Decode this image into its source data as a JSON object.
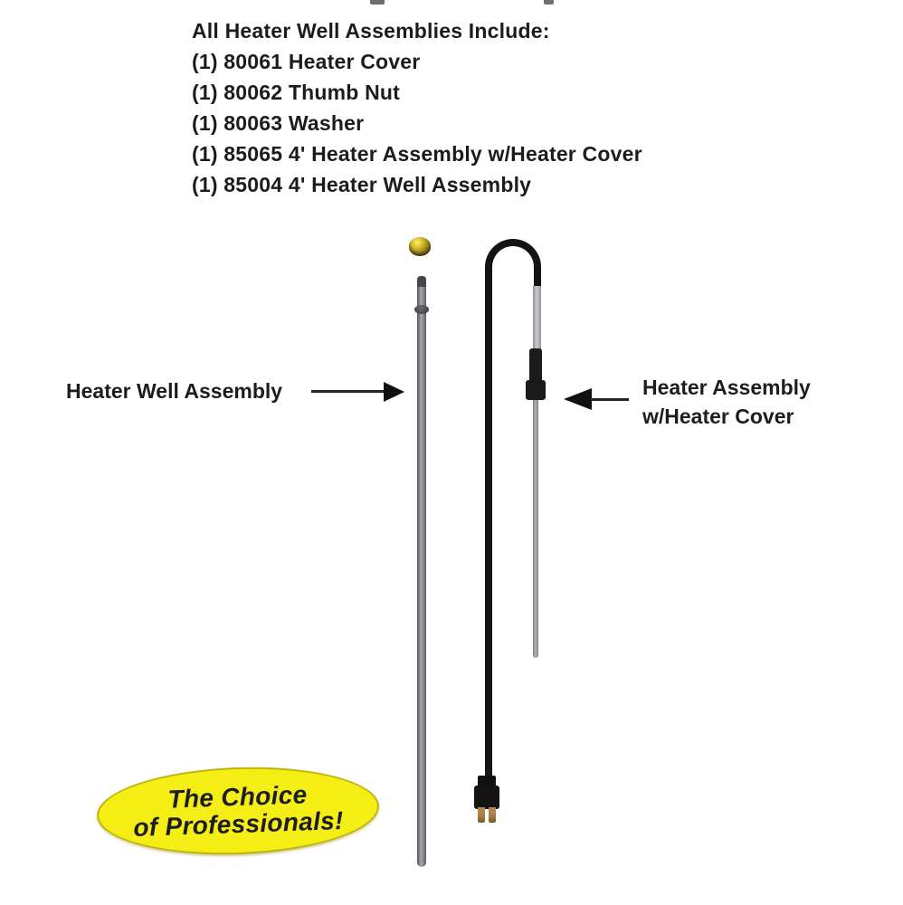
{
  "parts_list": {
    "title": "All Heater Well Assemblies Include:",
    "items": [
      "(1) 80061 Heater Cover",
      "(1) 80062 Thumb Nut",
      "(1) 80063 Washer",
      "(1) 85065 4' Heater Assembly w/Heater Cover",
      "(1) 85004 4' Heater Well Assembly"
    ]
  },
  "labels": {
    "left_assembly": "Heater Well Assembly",
    "right_assembly_line1": "Heater Assembly",
    "right_assembly_line2": "w/Heater Cover"
  },
  "badge": {
    "line1": "The Choice",
    "line2": "of Professionals!",
    "background_color": "#f5ee15",
    "border_color": "#bdb40e",
    "text_color": "#1d1d28"
  },
  "diagram_colors": {
    "cable_black": "#161616",
    "rod_gray": "#9a9aa0",
    "thumb_nut_gold": "#d9be2e",
    "plug_prong_brass": "#a87e45",
    "text_black": "#1c1c1c"
  }
}
